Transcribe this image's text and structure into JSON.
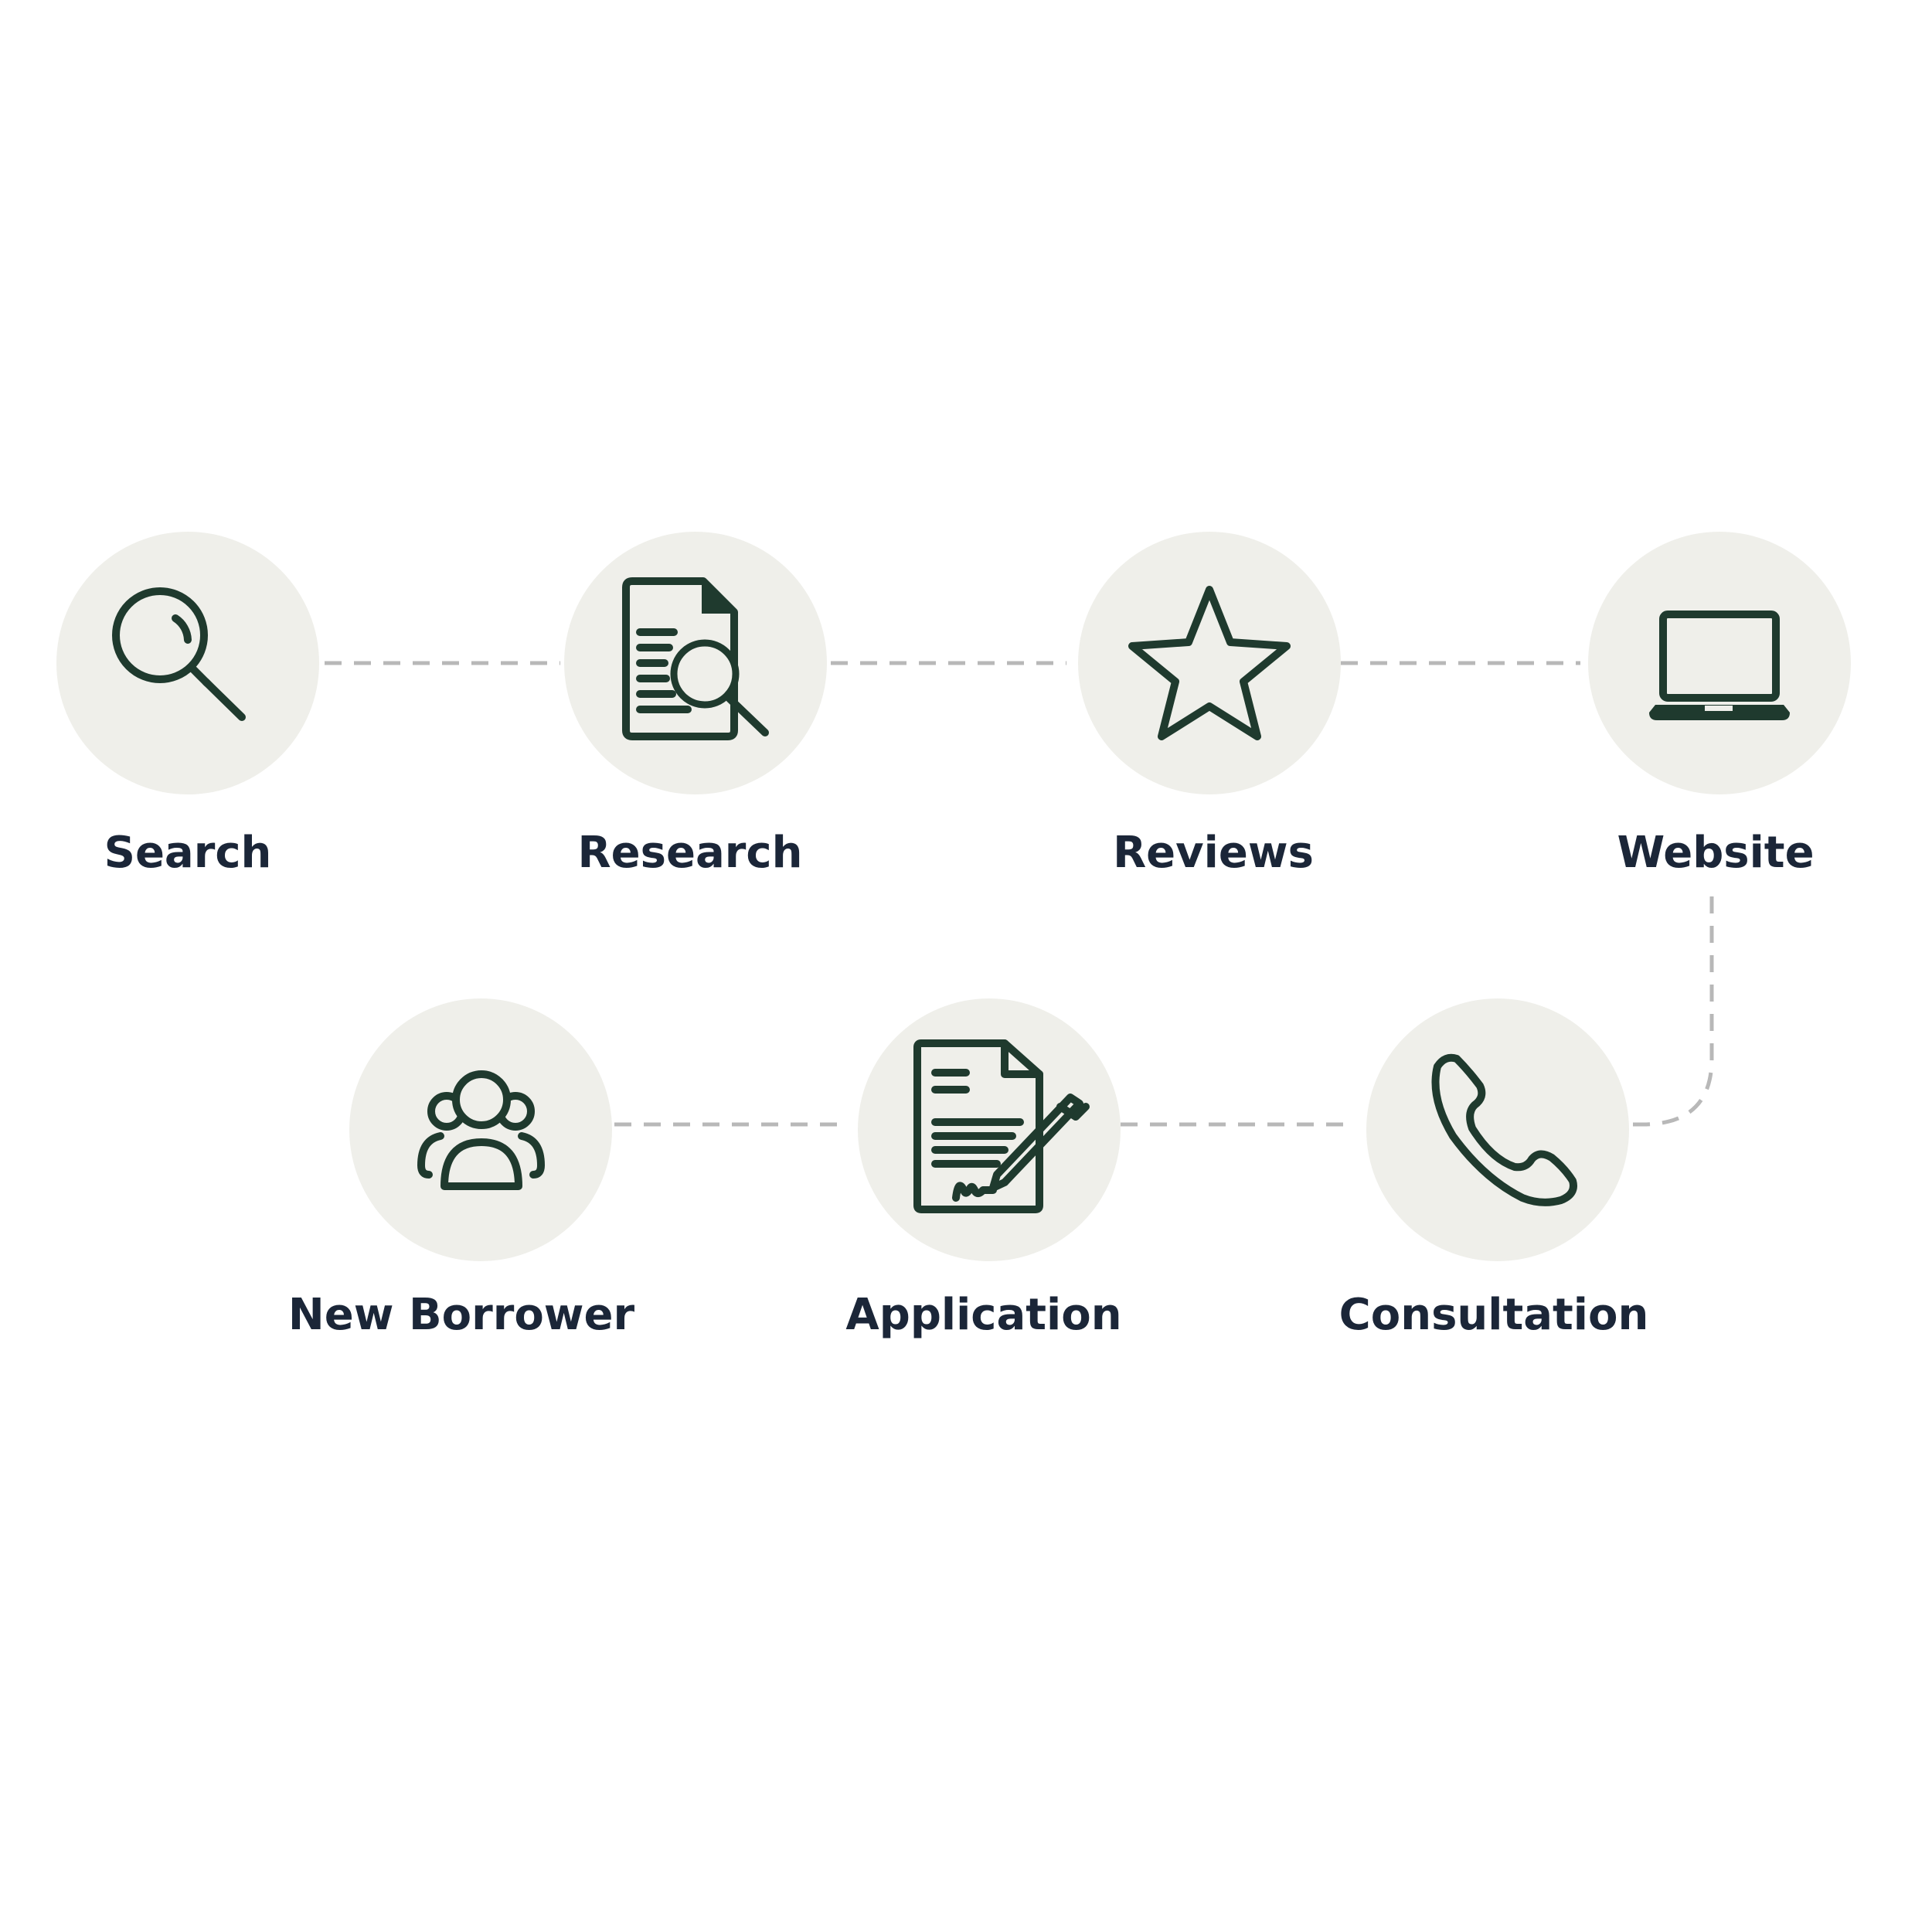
{
  "colors": {
    "node_fill": "#efefea",
    "icon": "#1f3a2e",
    "label": "#1b2638",
    "connector": "#b8b8b8"
  },
  "steps": [
    {
      "label": "Search",
      "icon": "magnifier-icon"
    },
    {
      "label": "Research",
      "icon": "document-search-icon"
    },
    {
      "label": "Reviews",
      "icon": "star-icon"
    },
    {
      "label": "Website",
      "icon": "laptop-icon"
    },
    {
      "label": "Consultation",
      "icon": "phone-icon"
    },
    {
      "label": "Application",
      "icon": "signed-document-icon"
    },
    {
      "label": "New Borrower",
      "icon": "group-icon"
    }
  ]
}
